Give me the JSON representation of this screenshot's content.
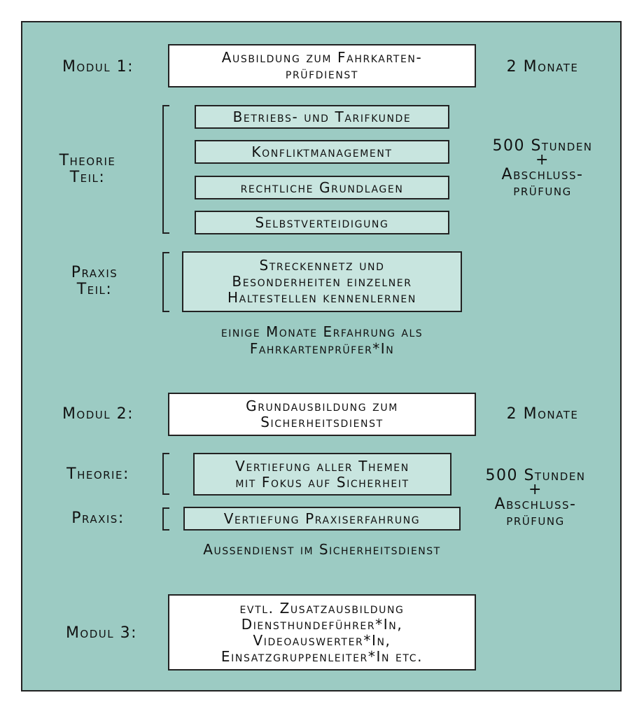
{
  "modul1": {
    "label": "Modul 1:",
    "title": [
      "Ausbildung zum Fahrkarten-",
      "prüfdienst"
    ],
    "duration": "2 Monate",
    "theorie_label": [
      "Theorie",
      "Teil:"
    ],
    "theorie_items": [
      "Betriebs- und Tarifkunde",
      "Konfliktmanagement",
      "rechtliche Grundlagen",
      "Selbstverteidigung"
    ],
    "hours": [
      "500 Stunden",
      "+",
      "Abschluss-",
      "prüfung"
    ],
    "praxis_label": [
      "Praxis",
      "Teil:"
    ],
    "praxis_item": [
      "Streckennetz und",
      "Besonderheiten einzelner",
      "Haltestellen kennenlernen"
    ],
    "note": [
      "einige Monate Erfahrung als",
      "Fahrkartenprüfer*In"
    ]
  },
  "modul2": {
    "label": "Modul 2:",
    "title": [
      "Grundausbildung zum",
      "Sicherheitsdienst"
    ],
    "duration": "2 Monate",
    "theorie_label": "Theorie:",
    "theorie_item": [
      "Vertiefung aller Themen",
      "mit Fokus auf Sicherheit"
    ],
    "praxis_label": "Praxis:",
    "praxis_item": "Vertiefung Praxiserfahrung",
    "hours": [
      "500 Stunden",
      "+",
      "Abschluss-",
      "prüfung"
    ],
    "note": "Aussendienst im Sicherheitsdienst"
  },
  "modul3": {
    "label": "Modul 3:",
    "title": [
      "evtl. Zusatzausbildung",
      "Diensthundeführer*In,",
      "Videoauswerter*In,",
      "Einsatzgruppenleiter*In etc."
    ]
  }
}
